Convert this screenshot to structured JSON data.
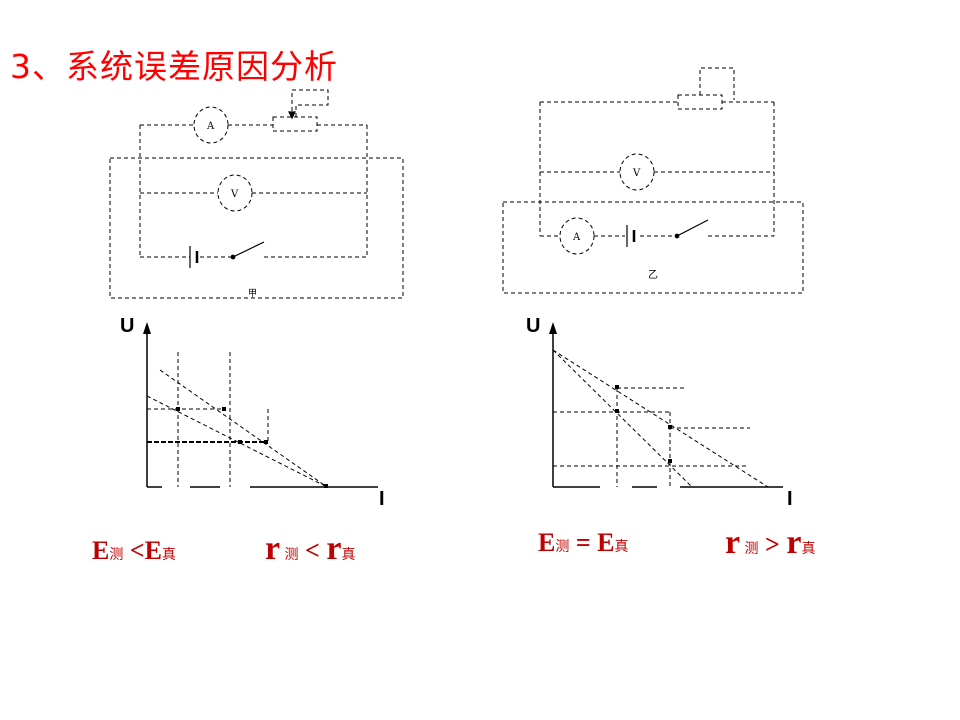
{
  "title": "3、系统误差原因分析",
  "circuit_a": {
    "ammeter": "A",
    "voltmeter": "V",
    "label": "甲"
  },
  "circuit_b": {
    "ammeter": "A",
    "voltmeter": "V",
    "label": "乙"
  },
  "graph_a": {
    "y_axis": "U",
    "x_axis": "I"
  },
  "graph_b": {
    "y_axis": "U",
    "x_axis": "I"
  },
  "formula_a": {
    "e_part": {
      "E": "E",
      "measured": "测",
      "op": " <",
      "E2": "E",
      "true": "真"
    },
    "r_part": {
      "r": "r",
      "measured": " 测",
      "op": " < ",
      "r2": "r",
      "true": "真"
    }
  },
  "formula_b": {
    "e_part": {
      "E": "E",
      "measured": "测",
      "op": " = ",
      "E2": "E",
      "true": "真"
    },
    "r_part": {
      "r": "r",
      "measured": " 测",
      "op": " > ",
      "r2": "r",
      "true": "真"
    }
  },
  "colors": {
    "title": "#ff0000",
    "formula": "#c00000",
    "line": "#000000"
  }
}
